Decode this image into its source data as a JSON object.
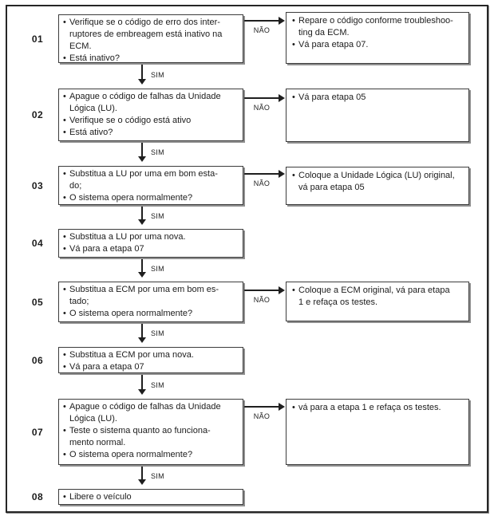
{
  "labels": {
    "yes": "SIM",
    "no": "NÃO"
  },
  "colors": {
    "line": "#1f1f1f",
    "box_border": "#3c3c3c",
    "shadow": "#8f8f8f",
    "text": "#1c1c1c",
    "background": "#ffffff"
  },
  "steps": [
    {
      "number": "01",
      "box": {
        "bullets": [
          [
            "Verifique se o código de erro dos inter-",
            "ruptores de embreagem está inativo na",
            "ECM."
          ],
          [
            "Está inativo?"
          ]
        ]
      },
      "no_branch": {
        "bullets": [
          [
            "Repare o código conforme troubleshoo-",
            "ting da ECM."
          ],
          [
            "Vá para etapa 07."
          ]
        ]
      }
    },
    {
      "number": "02",
      "box": {
        "bullets": [
          [
            "Apague o código de falhas da Unidade",
            "Lógica (LU)."
          ],
          [
            "Verifique se o código está ativo"
          ],
          [
            "Está ativo?"
          ]
        ]
      },
      "no_branch": {
        "bullets": [
          [
            "Vá para etapa 05"
          ]
        ]
      }
    },
    {
      "number": "03",
      "box": {
        "bullets": [
          [
            "Substitua a LU por uma em bom esta-",
            "do;"
          ],
          [
            "O sistema opera normalmente?"
          ]
        ]
      },
      "no_branch": {
        "bullets": [
          [
            "Coloque a Unidade Lógica (LU) original,",
            "vá para etapa 05"
          ]
        ]
      }
    },
    {
      "number": "04",
      "box": {
        "bullets": [
          [
            "Substitua a LU por uma nova."
          ],
          [
            "Vá para a etapa 07"
          ]
        ]
      }
    },
    {
      "number": "05",
      "box": {
        "bullets": [
          [
            "Substitua a ECM por uma em bom es-",
            "tado;"
          ],
          [
            "O sistema opera normalmente?"
          ]
        ]
      },
      "no_branch": {
        "bullets": [
          [
            "Coloque a ECM original, vá para etapa",
            "1 e refaça os testes."
          ]
        ]
      }
    },
    {
      "number": "06",
      "box": {
        "bullets": [
          [
            "Substitua a ECM por uma nova."
          ],
          [
            "Vá para a etapa 07"
          ]
        ]
      }
    },
    {
      "number": "07",
      "box": {
        "bullets": [
          [
            "Apague o código de falhas da Unidade",
            "Lógica (LU)."
          ],
          [
            "Teste o sistema quanto ao funciona-",
            "mento normal."
          ],
          [
            "O sistema opera normalmente?"
          ]
        ]
      },
      "no_branch": {
        "bullets": [
          [
            "vá para a etapa 1 e refaça os testes."
          ]
        ]
      }
    },
    {
      "number": "08",
      "box": {
        "bullets": [
          [
            "Libere o veículo"
          ]
        ]
      }
    }
  ]
}
